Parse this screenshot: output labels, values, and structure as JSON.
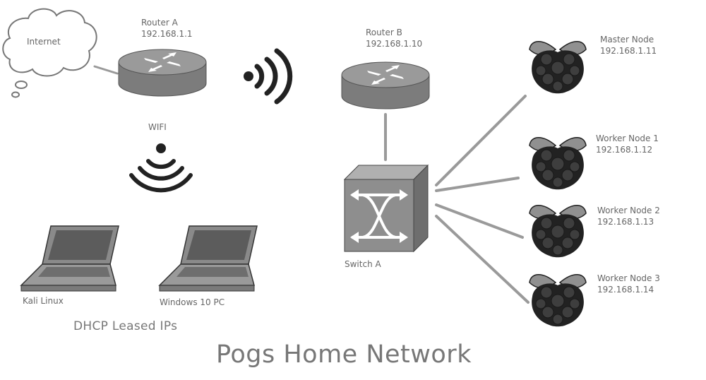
{
  "cloud": {
    "label": "Internet"
  },
  "router_a": {
    "name": "Router A",
    "ip": "192.168.1.1"
  },
  "router_b": {
    "name": "Router B",
    "ip": "192.168.1.10"
  },
  "wifi": {
    "label": "WIFI"
  },
  "switch": {
    "label": "Switch A"
  },
  "nodes": [
    {
      "name": "Master Node",
      "ip": "192.168.1.11"
    },
    {
      "name": "Worker Node 1",
      "ip": "192.168.1.12"
    },
    {
      "name": "Worker Node 2",
      "ip": "192.168.1.13"
    },
    {
      "name": "Worker Node 3",
      "ip": "192.168.1.14"
    }
  ],
  "laptops": [
    {
      "label": "Kali Linux"
    },
    {
      "label": "Windows 10 PC"
    }
  ],
  "dhcp_label": "DHCP Leased IPs",
  "title": "Pogs Home Network",
  "colors": {
    "device_fill": "#8c8c8c",
    "device_dark": "#5a5a5a",
    "line": "#9a9a9a",
    "pi_berry": "#3a3a3a",
    "pi_leaf": "#909090"
  },
  "icons": [
    "cloud-icon",
    "router-icon",
    "wifi-icon",
    "switch-icon",
    "raspberry-pi-icon",
    "laptop-icon"
  ]
}
